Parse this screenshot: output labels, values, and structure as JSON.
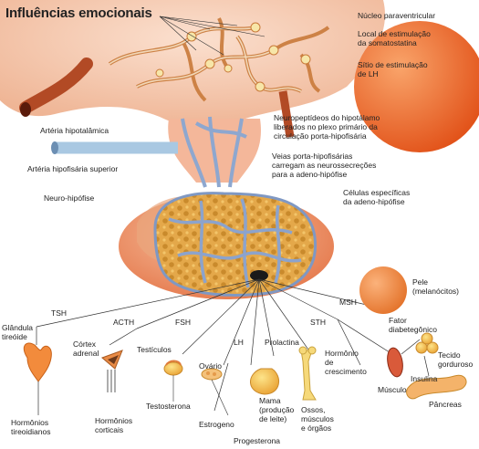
{
  "title": "Influências emocionais",
  "labels": {
    "nucleo": "Núcleo paraventricular",
    "somatostatina": "Local de estimulação\nda somatostatina",
    "lh_site": "Sítio de estimulação\nde LH",
    "art_hipotalamica": "Artéria hipotalâmica",
    "neuropeptideos": "Neuropeptídeos do hipotálamo\nliberados no plexo primário da\ncirculação porta-hipofisária",
    "art_hipofisaria": "Artéria hipofisária superior",
    "veias": "Veias porta-hipofisárias\ncarregam as neurossecreções\npara a adeno-hipófise",
    "neuro_hipofise": "Neuro-hipófise",
    "celulas": "Células específicas\nda adeno-hipófise",
    "pele": "Pele\n(melanócitos)",
    "msh": "MSH",
    "tsh": "TSH",
    "acth": "ACTH",
    "fsh": "FSH",
    "lh": "LH",
    "sth": "STH",
    "prolactina": "Prolactina",
    "fator": "Fator\ndiabetegônico",
    "glandula": "Glândula\ntireóide",
    "cortex": "Córtex\nadrenal",
    "testiculos": "Testículos",
    "ovario": "Ovário",
    "hormonio_cresc": "Hormônio\nde\ncrescimento",
    "tecido": "Tecido\ngorduroso",
    "insulina": "Insulina",
    "musculo": "Músculo",
    "pancreas": "Pâncreas",
    "h_tireoidianos": "Hormônios\ntireoidianos",
    "h_corticais": "Hormônios\ncorticais",
    "testosterona": "Testosterona",
    "estrogeno": "Estrogeno",
    "progesterona": "Progesterona",
    "mama": "Mama\n(produção\nde leite)",
    "ossos": "Ossos,\nmúsculos\ne órgãos"
  },
  "colors": {
    "skin": "#f6c9b0",
    "gland": "#f2a27a",
    "vessel": "#8fa6c9",
    "artery": "#c0552d",
    "cells": "#e8b04a",
    "sphere": "#f07a3a"
  }
}
